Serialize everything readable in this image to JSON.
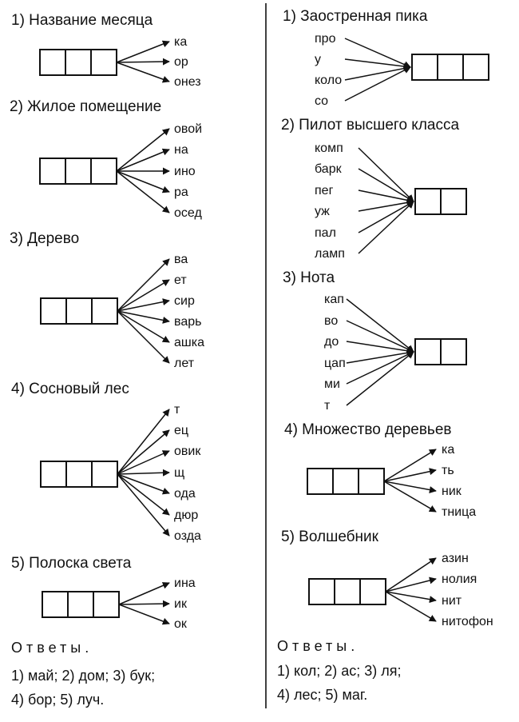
{
  "left": {
    "puzzles": [
      {
        "title": "1) Название месяца",
        "cells": 3,
        "words": [
          "ка",
          "ор",
          "онез"
        ]
      },
      {
        "title": "2) Жилое помещение",
        "cells": 3,
        "words": [
          "овой",
          "на",
          "ино",
          "ра",
          "осед"
        ]
      },
      {
        "title": "3) Дерево",
        "cells": 3,
        "words": [
          "ва",
          "ет",
          "сир",
          "варь",
          "ашка",
          "лет"
        ]
      },
      {
        "title": "4) Сосновый лес",
        "cells": 3,
        "words": [
          "т",
          "ец",
          "овик",
          "щ",
          "ода",
          "дюр",
          "озда"
        ]
      },
      {
        "title": "5) Полоска света",
        "cells": 3,
        "words": [
          "ина",
          "ик",
          "ок"
        ]
      }
    ],
    "answers": {
      "title": "Ответы.",
      "line1": "1) май; 2) дом; 3) бук;",
      "line2": "4) бор; 5) луч."
    }
  },
  "right": {
    "puzzles": [
      {
        "title": "1) Заостренная пика",
        "cells": 3,
        "words": [
          "про",
          "у",
          "коло",
          "со"
        ]
      },
      {
        "title": "2) Пилот высшего класса",
        "cells": 2,
        "words": [
          "комп",
          "барк",
          "пег",
          "уж",
          "пал",
          "ламп"
        ]
      },
      {
        "title": "3) Нота",
        "cells": 2,
        "words": [
          "кап",
          "во",
          "до",
          "цап",
          "ми",
          "т"
        ]
      },
      {
        "title": "4) Множество деревьев",
        "cells": 3,
        "words": [
          "ка",
          "ть",
          "ник",
          "тница"
        ]
      },
      {
        "title": "5) Волшебник",
        "cells": 3,
        "words": [
          "азин",
          "нолия",
          "нит",
          "нитофон"
        ]
      }
    ],
    "answers": {
      "title": "Ответы.",
      "line1": "1) кол; 2) ас; 3) ля;",
      "line2": "4) лес; 5) маг."
    }
  }
}
